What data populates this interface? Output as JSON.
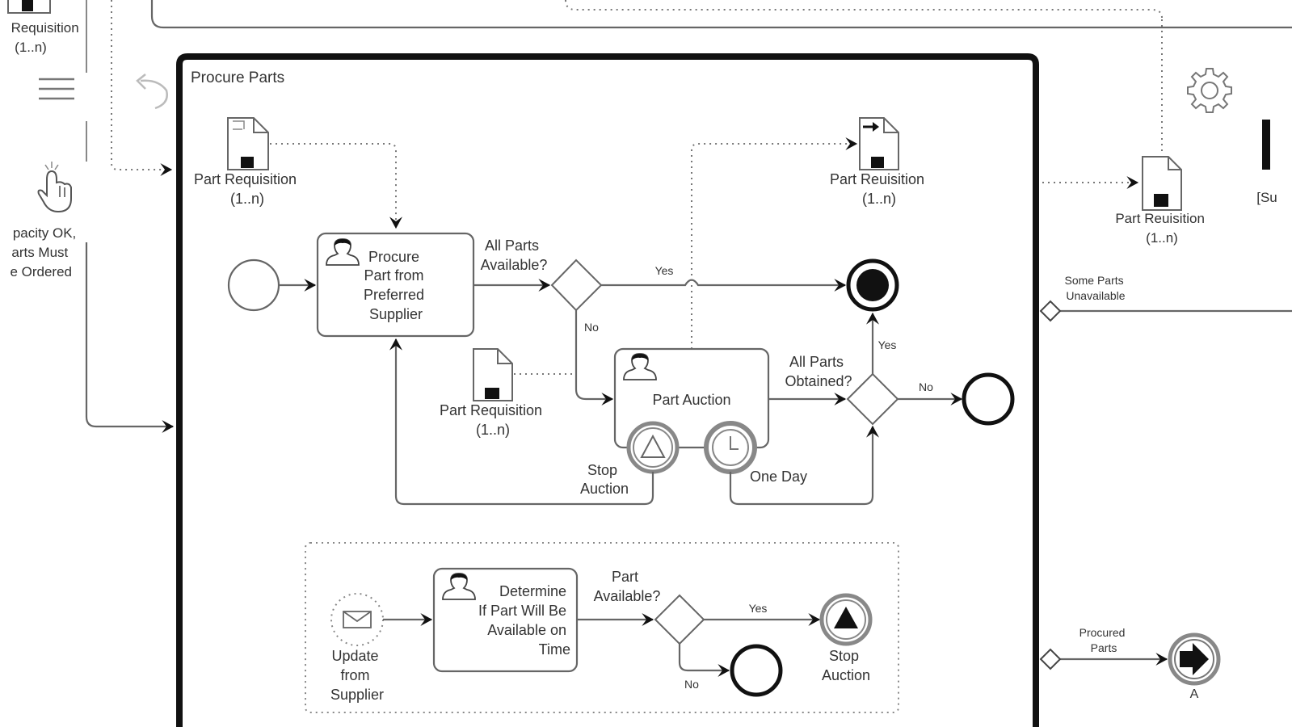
{
  "toolbar": {
    "menu_icon": "hamburger-menu-icon",
    "undo_icon": "undo-icon",
    "pan_icon": "hand-pointer-icon",
    "settings_icon": "gear-icon"
  },
  "outer": {
    "top_left_data_label": [
      "Requisition",
      "(1..n)"
    ],
    "left_annotation": [
      "pacity OK,",
      "arts Must",
      "e Ordered"
    ],
    "right_data_label": [
      "Part Reuisition",
      "(1..n)"
    ],
    "right_edge_partial": "[Su",
    "boundary_some_parts": [
      "Some Parts",
      "Unavailable"
    ],
    "boundary_procured": [
      "Procured",
      "Parts"
    ],
    "link_event_label": "A"
  },
  "subprocess": {
    "title": "Procure Parts",
    "data_input_label": [
      "Part Requisition",
      "(1..n)"
    ],
    "data_output_label": [
      "Part Reuisition",
      "(1..n)"
    ],
    "data_auction_label": [
      "Part Requisition",
      "(1..n)"
    ],
    "task_procure": [
      "Procure",
      "Part from",
      "Preferred",
      "Supplier"
    ],
    "gateway_all_parts_available": [
      "All Parts",
      "Available?"
    ],
    "flow_yes_1": "Yes",
    "flow_no_1": "No",
    "task_auction": "Part Auction",
    "gateway_all_parts_obtained": [
      "All Parts",
      "Obtained?"
    ],
    "flow_yes_2": "Yes",
    "flow_no_2": "No",
    "boundary_stop_auction": [
      "Stop",
      "Auction"
    ],
    "boundary_one_day": "One Day"
  },
  "event_subprocess": {
    "start_label": [
      "Update",
      "from",
      "Supplier"
    ],
    "task_determine": [
      "Determine",
      "If Part Will Be",
      "Available on",
      "Time"
    ],
    "gateway_part_available": [
      "Part",
      "Available?"
    ],
    "flow_yes": "Yes",
    "flow_no": "No",
    "end_stop_label": [
      "Stop",
      "Auction"
    ]
  }
}
